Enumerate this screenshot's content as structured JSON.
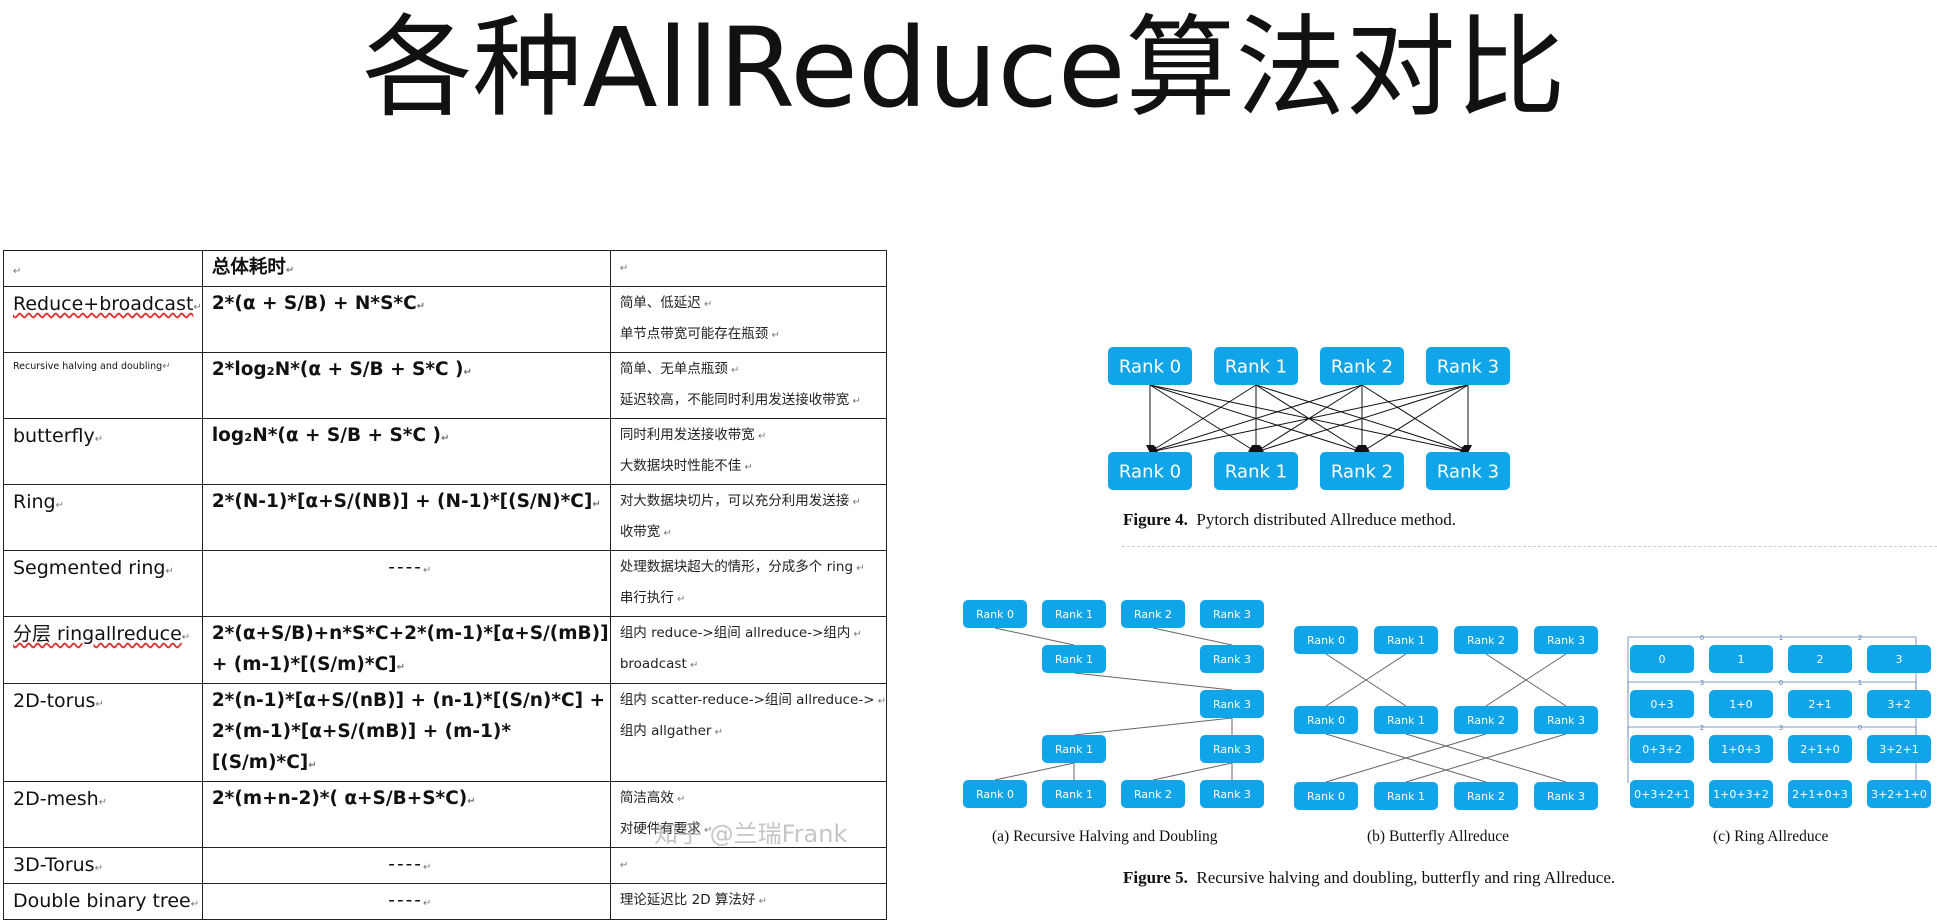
{
  "title": "各种AllReduce算法对比",
  "table": {
    "header": [
      "",
      "总体耗时",
      ""
    ],
    "rows": [
      {
        "name": "Reduce+broadcast",
        "cost": "2*(α  + S/B) + N*S*C",
        "notes": [
          "简单、低延迟",
          "单节点带宽可能存在瓶颈"
        ]
      },
      {
        "name": "Recursive halving and doubling",
        "cost": "2*log₂N*(α + S/B + S*C )",
        "notes": [
          "简单、无单点瓶颈",
          "延迟较高，不能同时利用发送接收带宽"
        ]
      },
      {
        "name": "butterfly",
        "cost": "log₂N*(α + S/B + S*C )",
        "notes": [
          "同时利用发送接收带宽",
          "大数据块时性能不佳"
        ]
      },
      {
        "name": "Ring",
        "cost": "2*(N-1)*[α+S/(NB)] + (N-1)*[(S/N)*C]",
        "notes": [
          "对大数据块切片，可以充分利用发送接",
          "收带宽"
        ]
      },
      {
        "name": "Segmented ring",
        "cost": "----",
        "notes": [
          "处理数据块超大的情形，分成多个 ring",
          "串行执行"
        ]
      },
      {
        "name": "分层 ringallreduce",
        "cost": "2*(α+S/B)+n*S*C+2*(m-1)*[α+S/(mB)] + (m-1)*[(S/m)*C]",
        "notes": [
          "组内  reduce->组间  allreduce->组内",
          "broadcast"
        ]
      },
      {
        "name": "2D-torus",
        "cost": "2*(n-1)*[α+S/(nB)]  +  (n-1)*[(S/n)*C]  + 2*(m-1)*[α+S/(mB)] + (m-1)*[(S/m)*C]",
        "notes": [
          "组内 scatter-reduce->组间 allreduce->",
          "组内 allgather"
        ]
      },
      {
        "name": "2D-mesh",
        "cost": "2*(m+n-2)*( α+S/B+S*C)",
        "notes": [
          "简洁高效",
          "对硬件有要求"
        ]
      },
      {
        "name": "3D-Torus",
        "cost": "----",
        "notes": [
          ""
        ]
      },
      {
        "name": "Double binary tree",
        "cost": "----",
        "notes": [
          "理论延迟比 2D 算法好"
        ]
      }
    ]
  },
  "figure4": {
    "top": [
      "Rank 0",
      "Rank 1",
      "Rank 2",
      "Rank 3"
    ],
    "bottom": [
      "Rank 0",
      "Rank 1",
      "Rank 2",
      "Rank 3"
    ],
    "caption_label": "Figure 4.",
    "caption_text": "Pytorch distributed Allreduce method."
  },
  "figure5": {
    "a": {
      "rows": [
        [
          "Rank 0",
          "Rank 1",
          "Rank 2",
          "Rank 3"
        ],
        [
          "Rank 1",
          "Rank 3"
        ],
        [
          "Rank 3"
        ],
        [
          "Rank 1",
          "Rank 3"
        ],
        [
          "Rank 0",
          "Rank 1",
          "Rank 2",
          "Rank 3"
        ]
      ],
      "caption": "(a)  Recursive Halving and Doubling"
    },
    "b": {
      "rows": [
        [
          "Rank 0",
          "Rank 1",
          "Rank 2",
          "Rank 3"
        ],
        [
          "Rank 0",
          "Rank 1",
          "Rank 2",
          "Rank 3"
        ],
        [
          "Rank 0",
          "Rank 1",
          "Rank 2",
          "Rank 3"
        ]
      ],
      "caption": "(b)  Butterfly Allreduce"
    },
    "c": {
      "rows": [
        [
          "0",
          "1",
          "2",
          "3"
        ],
        [
          "0+3",
          "1+0",
          "2+1",
          "3+2"
        ],
        [
          "0+3+2",
          "1+0+3",
          "2+1+0",
          "3+2+1"
        ],
        [
          "0+3+2+1",
          "1+0+3+2",
          "2+1+0+3",
          "3+2+1+0"
        ]
      ],
      "link_labels": [
        "0",
        "1",
        "2",
        "3",
        "0",
        "1",
        "2",
        "3",
        "0",
        "1"
      ],
      "caption": "(c)  Ring Allreduce"
    },
    "caption_label": "Figure 5.",
    "caption_text": "Recursive halving and doubling, butterfly and ring Allreduce."
  },
  "watermark": "知乎 @兰瑞Frank",
  "colors": {
    "node": "#10a5e8",
    "node_text": "#ffffff",
    "edge": "#111111",
    "edge_light": "#666666"
  }
}
